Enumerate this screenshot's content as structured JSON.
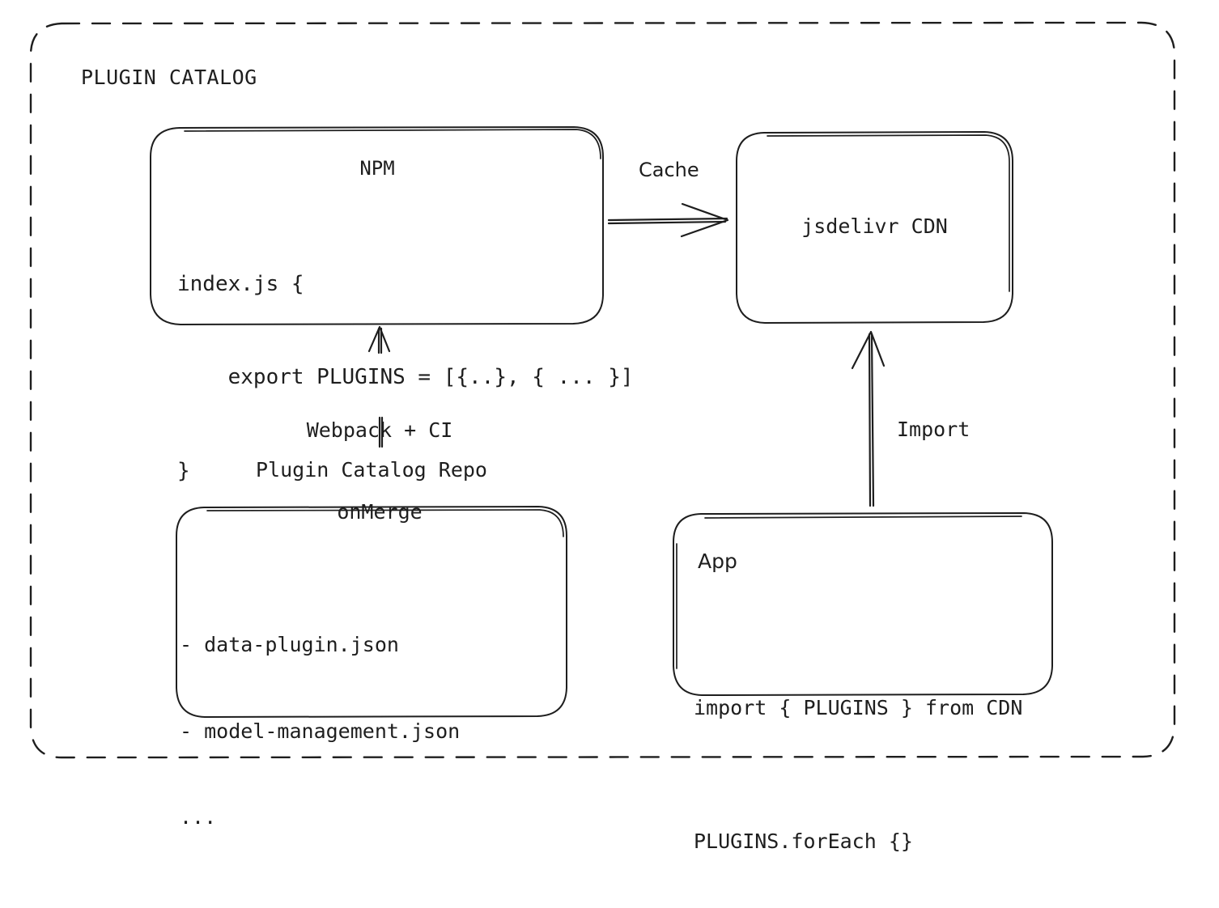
{
  "diagram": {
    "type": "architecture-flow",
    "group": {
      "title": "PLUGIN CATALOG",
      "border_style": "dashed",
      "color": "#1e1e1e"
    },
    "nodes": {
      "npm": {
        "title": "NPM",
        "code_lines": [
          "index.js {",
          "    export PLUGINS = [{..}, { ... }]",
          "}"
        ]
      },
      "cdn": {
        "title": "jsdelivr CDN"
      },
      "repo": {
        "caption": "Plugin Catalog Repo",
        "items": [
          "- data-plugin.json",
          "- model-management.json",
          "..."
        ]
      },
      "app": {
        "title": "App",
        "code_lines": [
          "import { PLUGINS } from CDN",
          "PLUGINS.forEach {}"
        ]
      }
    },
    "edges": [
      {
        "id": "npm-to-cdn",
        "label": "Cache",
        "from": "npm",
        "to": "cdn",
        "direction": "right"
      },
      {
        "id": "repo-to-npm",
        "label_lines": [
          "Webpack + CI",
          "onMerge"
        ],
        "from": "repo",
        "to": "npm",
        "direction": "up"
      },
      {
        "id": "app-to-cdn",
        "label": "Import",
        "from": "app",
        "to": "cdn",
        "direction": "up"
      }
    ]
  }
}
